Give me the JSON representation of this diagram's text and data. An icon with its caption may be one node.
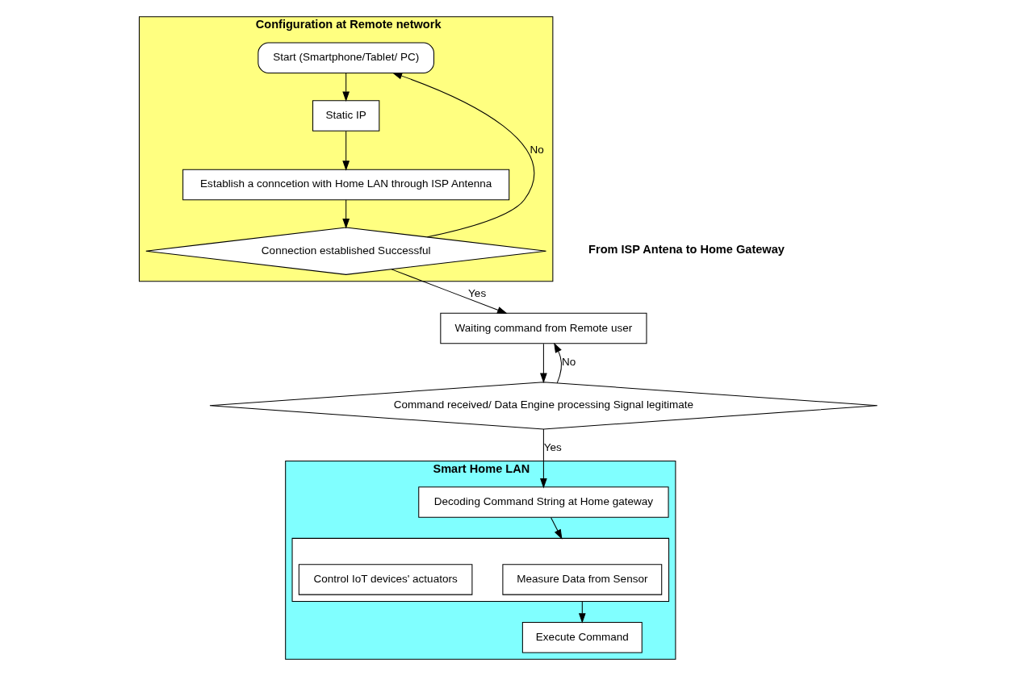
{
  "diagram": {
    "nodes": [
      {
        "text": [
          "Configuration at Remote network"
        ]
      },
      {
        "text": [
          "Start (Smartphone/Tablet/ PC)"
        ],
        "in": 0
      },
      {
        "text": [
          "Static IP"
        ],
        "in": 0
      },
      {
        "text": [
          "Establish a conncetion with Home LAN through ISP Antenna"
        ],
        "in": 0
      },
      {
        "text": [
          "Connection established Successful"
        ],
        "in": 0
      },
      {
        "text": [
          "Waiting command from Remote user"
        ]
      },
      {
        "text": [
          "Command received/ Data Engine processing Signal legitimate"
        ]
      },
      {
        "text": [
          "Smart Home LAN"
        ]
      },
      {
        "text": [
          "Decoding Command String at Home gateway"
        ],
        "in": 7
      },
      {
        "text": [],
        "shape": "box",
        "in": 7
      },
      {
        "text": [
          "Measure Data from Sensor"
        ],
        "in": 9
      },
      {
        "text": [
          "Control IoT devices' actuators"
        ],
        "in": 9
      },
      {
        "text": [
          "Execute Command"
        ],
        "in": 7
      }
    ],
    "edges": [
      {
        "from": 1,
        "to": 2,
        "arrow": "to"
      },
      {
        "from": 2,
        "to": 3,
        "arrow": "to"
      },
      {
        "from": 3,
        "to": 4,
        "arrow": "to"
      },
      {
        "from": 4,
        "to": 1,
        "arrow": "to",
        "label": "No"
      },
      {
        "from": 4,
        "to": 5,
        "arrow": "to",
        "label": "Yes"
      },
      {
        "from": 5,
        "to": 6,
        "arrow": "to"
      },
      {
        "from": 6,
        "to": 5,
        "arrow": "to",
        "label": "No"
      },
      {
        "from": 6,
        "to": 8,
        "arrow": "to",
        "label": "Yes"
      },
      {
        "from": 8,
        "to": 9,
        "arrow": "to"
      },
      {
        "from": 9,
        "to": 12,
        "arrow": "to"
      }
    ],
    "labels": [
      "From ISP Antena to Home Gateway"
    ]
  }
}
